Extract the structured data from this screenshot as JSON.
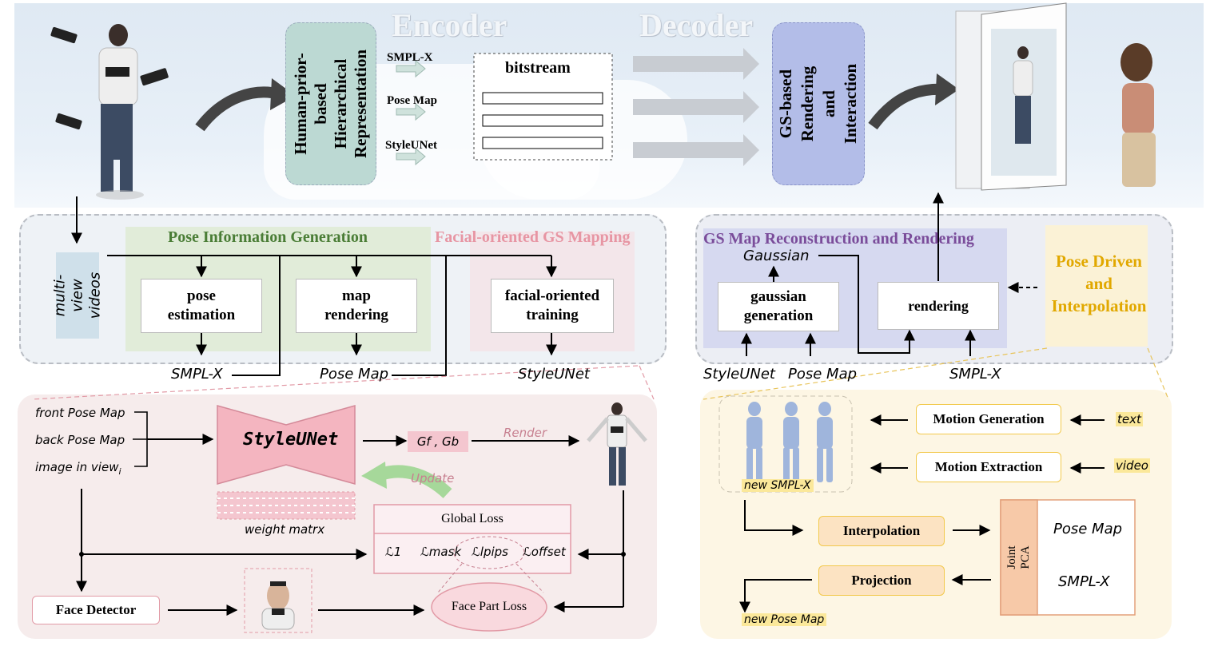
{
  "top": {
    "encoder_title": "Encoder",
    "decoder_title": "Decoder",
    "hier_rep": "Human-prior-based Hierarchical Representation",
    "streams": [
      "SMPL-X",
      "Pose Map",
      "StyleUNet"
    ],
    "bitstream": "bitstream",
    "gs_render": "GS-based Rendering and Interaction"
  },
  "left_panel": {
    "input": "multi-view videos",
    "pose_info_title": "Pose Information Generation",
    "facial_title": "Facial-oriented GS Mapping",
    "pose_estimation": "pose estimation",
    "map_rendering": "map rendering",
    "facial_training": "facial-oriented training",
    "out_smplx": "SMPL-X",
    "out_posemap": "Pose Map",
    "out_styleunet": "StyleUNet"
  },
  "right_panel": {
    "title": "GS Map Reconstruction and Rendering",
    "gaussian": "Gaussian",
    "gaussian_generation": "gaussian generation",
    "rendering": "rendering",
    "pose_driven": "Pose Driven and Interpolation",
    "in_styleunet": "StyleUNet",
    "in_posemap": "Pose Map",
    "in_smplx": "SMPL-X"
  },
  "bottom_left": {
    "inputs": [
      "front  Pose Map",
      "back Pose Map",
      "image in view"
    ],
    "input_subscript": "i",
    "styleunet": "StyleUNet",
    "gfgb": "G",
    "gfgb_full": "Gf , Gb",
    "render": "Render",
    "update": "Update",
    "weight": "weight matrx",
    "global_loss": "Global Loss",
    "losses": [
      "ℒ1",
      "ℒmask",
      "ℒlpips",
      "ℒoffset"
    ],
    "face_detector": "Face Detector",
    "face_part_loss": "Face Part Loss"
  },
  "bottom_right": {
    "new_smplx": "new SMPL-X",
    "motion_generation": "Motion Generation",
    "motion_extraction": "Motion Extraction",
    "text_in": "text",
    "video_in": "video",
    "interpolation": "Interpolation",
    "projection": "Projection",
    "joint_pca": "Joint PCA",
    "pca_posemap": "Pose Map",
    "pca_smplx": "SMPL-X",
    "new_posemap": "new Pose Map"
  }
}
